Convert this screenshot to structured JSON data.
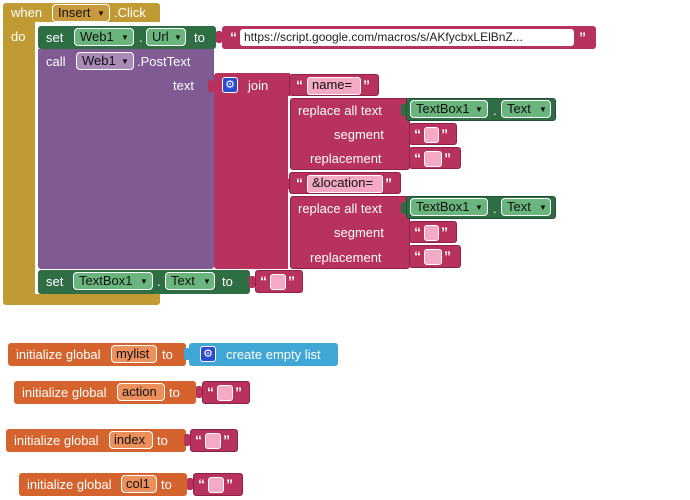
{
  "event": {
    "when": "when",
    "component": "Insert",
    "event_name": ".Click",
    "do": "do"
  },
  "set_url": {
    "set": "set",
    "component": "Web1",
    "dot": ".",
    "property": "Url",
    "to": "to",
    "url_value": "https://script.google.com/macros/s/AKfycbxLElBnZ..."
  },
  "call": {
    "call": "call",
    "component": "Web1",
    "method": ".PostText",
    "param": "text"
  },
  "join": {
    "label": "join",
    "name_str": "name=",
    "location_str": "&location="
  },
  "replace1": {
    "label": "replace all text",
    "component": "TextBox1",
    "dot": ".",
    "property": "Text",
    "segment": "segment",
    "replacement": "replacement"
  },
  "replace2": {
    "label": "replace all text",
    "component": "TextBox1",
    "dot": ".",
    "property": "Text",
    "segment": "segment",
    "replacement": "replacement"
  },
  "set_textbox": {
    "set": "set",
    "component": "TextBox1",
    "dot": ".",
    "property": "Text",
    "to": "to"
  },
  "globals": [
    {
      "label": "initialize global",
      "name": "mylist",
      "to": "to",
      "value": "create empty list"
    },
    {
      "label": "initialize global",
      "name": "action",
      "to": "to"
    },
    {
      "label": "initialize global",
      "name": "index",
      "to": "to"
    },
    {
      "label": "initialize global",
      "name": "col1",
      "to": "to"
    }
  ],
  "quote_open": "“",
  "quote_close": "”",
  "colors": {
    "control": "#c09a33",
    "component_setter": "#2f6e45",
    "component_method": "#7f5a93",
    "text": "#b7325d",
    "list": "#3fa7d6",
    "variable": "#d5632e",
    "mutator_gear": "#2b4bd1"
  }
}
